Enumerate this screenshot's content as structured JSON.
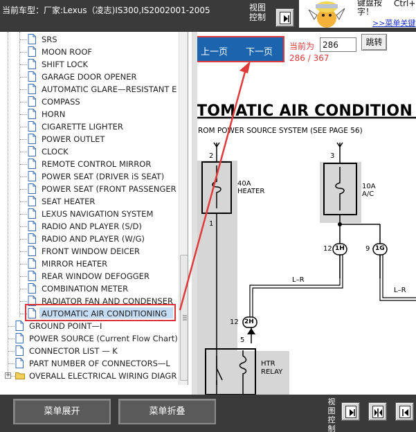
{
  "topbar": {
    "car_model": "当前车型：厂家:Lexus（凌志)IS300,IS2002001-2005",
    "view_control": "视图控制",
    "ad_text": "键盘按\n字！",
    "ad_shortcut": "Ctrl+",
    "ad_link": ">>菜单关键"
  },
  "tree": {
    "items": [
      {
        "label": "SRS"
      },
      {
        "label": "MOON ROOF"
      },
      {
        "label": "SHIFT LOCK"
      },
      {
        "label": "GARAGE DOOR OPENER"
      },
      {
        "label": "AUTOMATIC GLARE—RESISTANT E"
      },
      {
        "label": "COMPASS"
      },
      {
        "label": "HORN"
      },
      {
        "label": "CIGARETTE LIGHTER"
      },
      {
        "label": "POWER OUTLET"
      },
      {
        "label": "CLOCK"
      },
      {
        "label": "REMOTE CONTROL MIRROR"
      },
      {
        "label": "POWER SEAT (DRIVER iS SEAT)"
      },
      {
        "label": "POWER SEAT (FRONT PASSENGER"
      },
      {
        "label": "SEAT HEATER"
      },
      {
        "label": "LEXUS NAVIGATION SYSTEM"
      },
      {
        "label": "RADIO AND PLAYER (S/D)"
      },
      {
        "label": "RADIO AND PLAYER (W/G)"
      },
      {
        "label": "FRONT WINDOW DEICER"
      },
      {
        "label": "MIRROR HEATER"
      },
      {
        "label": "REAR WINDOW DEFOGGER"
      },
      {
        "label": "COMBINATION METER"
      },
      {
        "label": "RADIATOR FAN AND CONDENSER"
      },
      {
        "label": "AUTOMATIC AIR CONDITIONING"
      }
    ],
    "top_items": [
      {
        "label": "GROUND POINT—I"
      },
      {
        "label": "POWER SOURCE (Current Flow Chart)"
      },
      {
        "label": "CONNECTOR LIST — K"
      },
      {
        "label": "PART NUMBER OF CONNECTORS—L"
      },
      {
        "label": "OVERALL ELECTRICAL WIRING DIAGR"
      }
    ],
    "expand_symbol": "+"
  },
  "viewer": {
    "prev_label": "上一页",
    "next_label": "下一页",
    "current_label": "当前为",
    "page_value": "286",
    "jump_label": "跳转",
    "page_count": "286 / 367"
  },
  "diagram": {
    "title": "TOMATIC AIR CONDITION",
    "subtitle": "ROM POWER SOURCE SYSTEM (SEE PAGE 56)",
    "fuse1_label": "40A\nHEATER",
    "fuse2_label": "10A\nA/C",
    "pin_2": "2",
    "pin_1": "1",
    "pin_3": "3",
    "pin_12a": "12",
    "pin_9": "9",
    "pin_12b": "12",
    "pin_5": "5",
    "conn_1h": "1H",
    "conn_1g": "1G",
    "conn_2h": "2H",
    "wire_lr1": "L–R",
    "wire_lr2": "L–R",
    "relay_label": "HTR\nRELAY"
  },
  "bottombar": {
    "expand_menu": "菜单展开",
    "collapse_menu": "菜单折叠",
    "view_control": "视图控制"
  },
  "colors": {
    "bar_bg": "#3a3a3a",
    "nav_blue": "#1c64ad",
    "highlight_red": "#e03a3a",
    "selection": "#c5dcf5"
  }
}
